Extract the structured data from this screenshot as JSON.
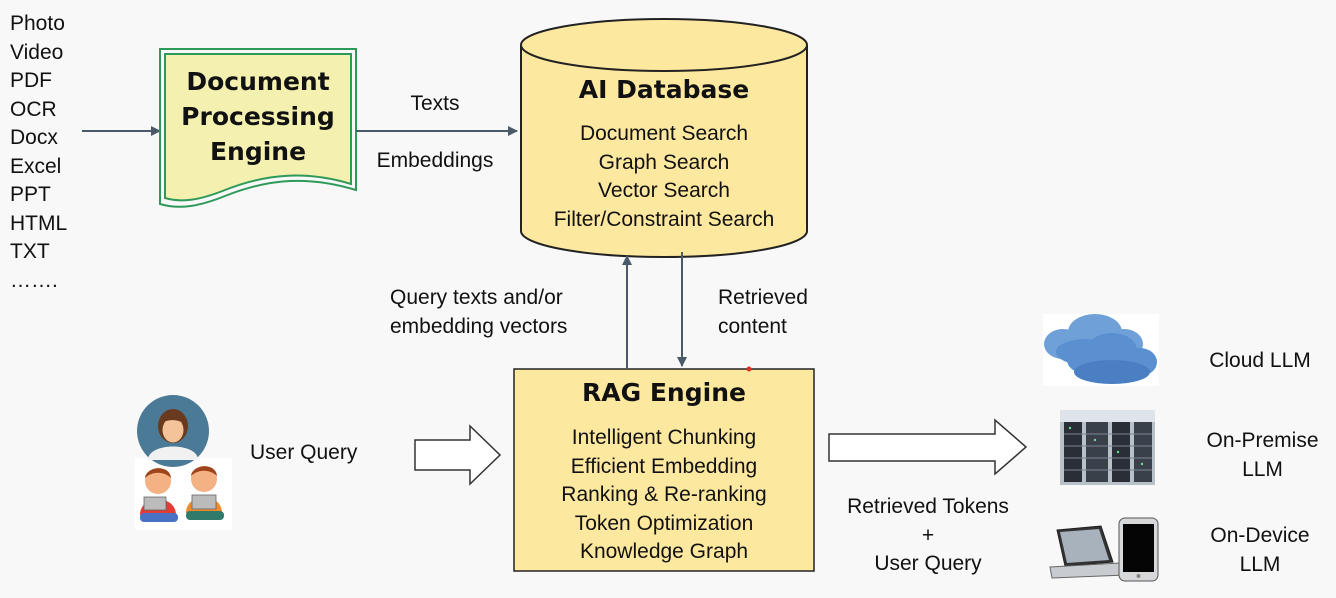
{
  "file_types": [
    "Photo",
    "Video",
    "PDF",
    "OCR",
    "Docx",
    "Excel",
    "PPT",
    "HTML",
    "TXT",
    "……."
  ],
  "doc_engine": {
    "title_lines": [
      "Document",
      "Processing",
      "Engine"
    ]
  },
  "edge_labels": {
    "texts": "Texts",
    "embeddings": "Embeddings",
    "query_lines": [
      "Query texts and/or",
      "embedding vectors"
    ],
    "retrieved_lines": [
      "Retrieved",
      "content"
    ],
    "user_query": "User Query",
    "output_lines": [
      "Retrieved Tokens",
      "+",
      "User Query"
    ]
  },
  "ai_database": {
    "title": "AI Database",
    "items": [
      "Document Search",
      "Graph Search",
      "Vector Search",
      "Filter/Constraint Search"
    ]
  },
  "rag_engine": {
    "title": "RAG Engine",
    "items": [
      "Intelligent Chunking",
      "Efficient Embedding",
      "Ranking & Re-ranking",
      "Token Optimization",
      "Knowledge Graph"
    ]
  },
  "llm_targets": [
    {
      "lines": [
        "Cloud LLM"
      ],
      "icon": "cloud-icon"
    },
    {
      "lines": [
        "On-Premise",
        "LLM"
      ],
      "icon": "server-rack-icon"
    },
    {
      "lines": [
        "On-Device",
        "LLM"
      ],
      "icon": "laptop-phone-icon"
    }
  ],
  "colors": {
    "box_fill": "#fde8a0",
    "doc_fill": "#f3f0b0",
    "doc_border": "#2e9a5a",
    "arrow": "#4a5a6a"
  }
}
